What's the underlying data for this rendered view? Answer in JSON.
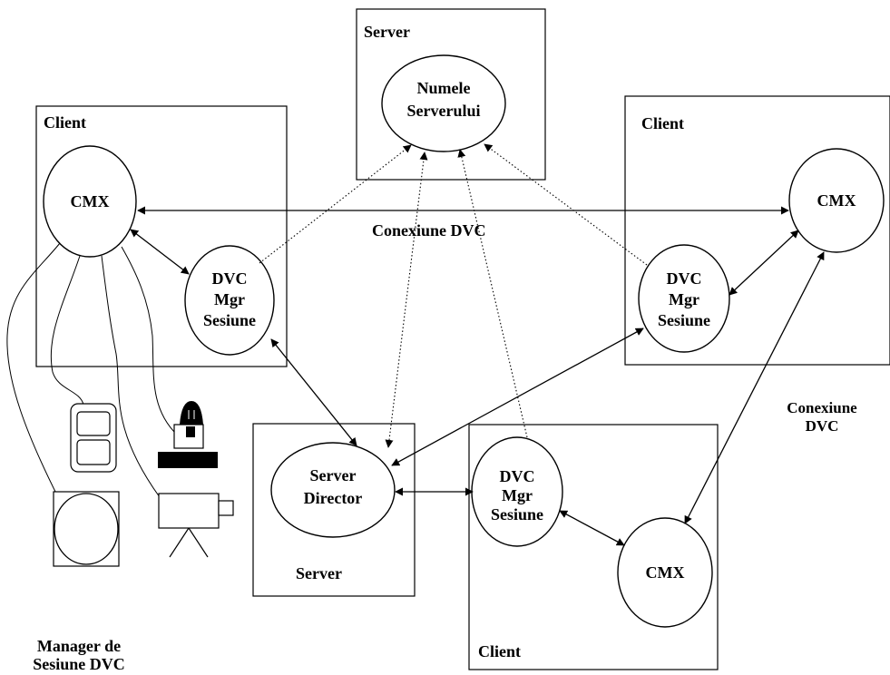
{
  "labels": {
    "server_top": "Server",
    "name_server_line1": "Numele",
    "name_server_line2": "Serverului",
    "client_left": "Client",
    "client_right": "Client",
    "client_bottom": "Client",
    "server_bottom": "Server",
    "cmx_left": "CMX",
    "cmx_right": "CMX",
    "cmx_bottom": "CMX",
    "dvc": "DVC",
    "mgr": "Mgr",
    "sesiune": "Sesiune",
    "director_line1": "Server",
    "director_line2": "Director",
    "conexiune_dvc": "Conexiune DVC",
    "conexiune_line1": "Conexiune",
    "conexiune_line2": "DVC",
    "manager_line1": "Manager de",
    "manager_line2": "Sesiune DVC"
  },
  "icons": [
    "monitor-icon",
    "phone-icon",
    "microphone-icon",
    "camera-icon"
  ],
  "colors": {
    "ink": "#000000",
    "background": "#ffffff"
  }
}
